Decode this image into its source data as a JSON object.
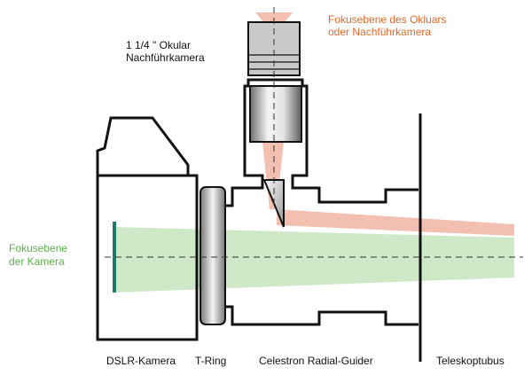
{
  "labels": {
    "eyepiece_l1": "1 1/4 \" Okular",
    "eyepiece_l2": "Nachführkamera",
    "focal_eyepiece_l1": "Fokusebene des Okluars",
    "focal_eyepiece_l2": "oder Nachführkamera",
    "focal_camera_l1": "Fokusebene",
    "focal_camera_l2": "der Kamera",
    "dslr": "DSLR-Kamera",
    "tring": "T-Ring",
    "guider": "Celestron Radial-Guider",
    "tube": "Teleskoptubus"
  },
  "colors": {
    "camera_beam": "#cfe8c8",
    "guide_beam": "#f2bfb0",
    "sensor": "#1f7a6a",
    "outline": "#111111",
    "orange_text": "#e0682a",
    "green_text": "#5bb04a"
  }
}
